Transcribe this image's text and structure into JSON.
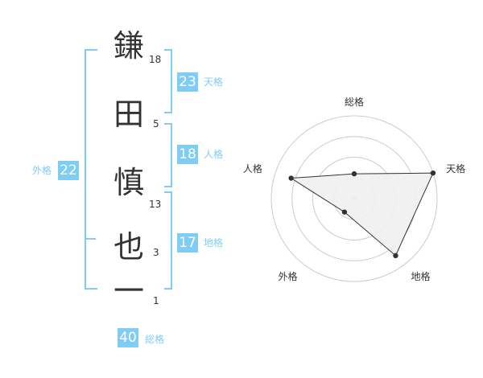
{
  "name_chars": [
    {
      "char": "鎌",
      "strokes": "18"
    },
    {
      "char": "田",
      "strokes": "5"
    },
    {
      "char": "慎",
      "strokes": "13"
    },
    {
      "char": "也",
      "strokes": "3"
    },
    {
      "char": "一",
      "strokes": "1"
    }
  ],
  "scores": {
    "tenkaku": {
      "value": "23",
      "label": "天格"
    },
    "jinkaku": {
      "value": "18",
      "label": "人格"
    },
    "chikaku": {
      "value": "17",
      "label": "地格"
    },
    "gaikaku": {
      "value": "22",
      "label": "外格"
    },
    "soukaku": {
      "value": "40",
      "label": "総格"
    }
  },
  "colors": {
    "accent": "#7fcdf4",
    "text": "#333333",
    "grid": "#cccccc",
    "fill": "#f0f0f0"
  },
  "chart_data": {
    "type": "radar",
    "axes": [
      "総格",
      "天格",
      "地格",
      "外格",
      "人格"
    ],
    "values": [
      0.3,
      1.0,
      0.85,
      0.2,
      0.8
    ],
    "max": 1,
    "rings": 4
  }
}
